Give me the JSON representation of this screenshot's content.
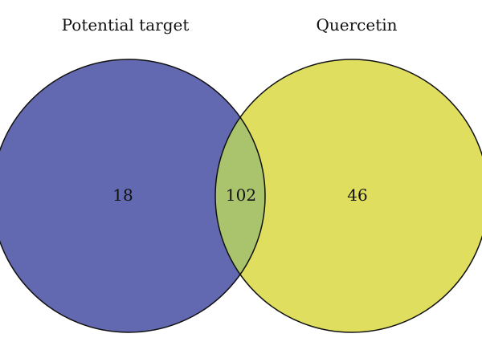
{
  "sets": [
    {
      "label": "Potential target",
      "color": "#6269b0"
    },
    {
      "label": "Quercetin",
      "color": "#e0de5e"
    }
  ],
  "regions": {
    "left_only": "18",
    "intersection": "102",
    "right_only": "46"
  },
  "intersection_color": "#a9c46c",
  "outline_color": "#111111"
}
